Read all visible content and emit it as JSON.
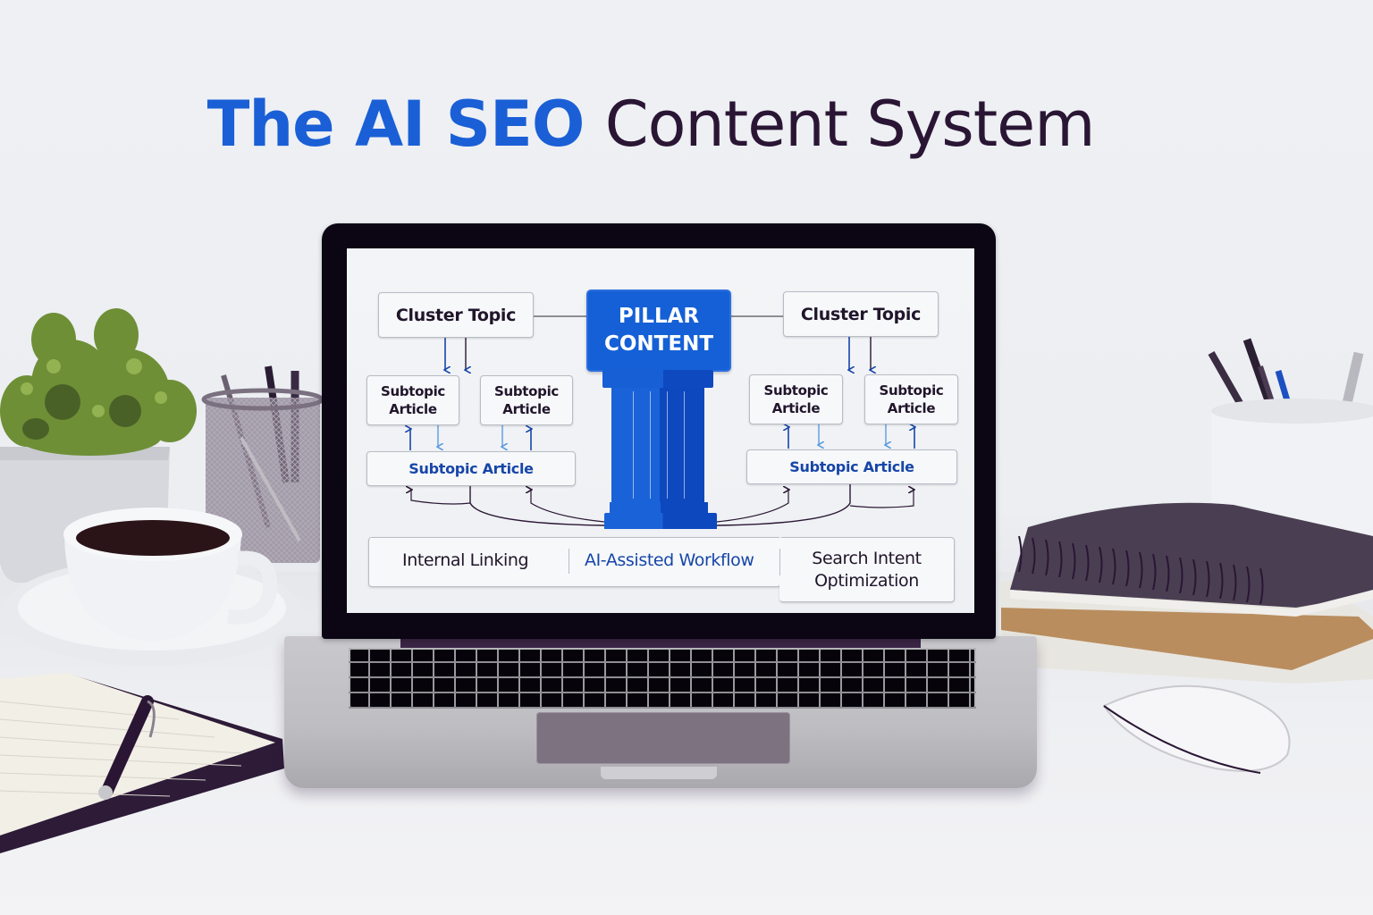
{
  "headline": {
    "part_blue": "The AI SEO",
    "part_dark": "Content System",
    "color_blue": "#1a5fd6",
    "color_dark": "#2a1634"
  },
  "diagram": {
    "pillar": {
      "line1": "PILLAR",
      "line2": "CONTENT",
      "color": "#1560d6"
    },
    "left_cluster": {
      "title": "Cluster Topic",
      "subtopics": [
        "Subtopic Article",
        "Subtopic Article"
      ],
      "subtopic_line1": "Subtopic",
      "subtopic_line2": "Article",
      "wide_subtopic": "Subtopic Article"
    },
    "right_cluster": {
      "title": "Cluster Topic",
      "subtopic_line1": "Subtopic",
      "subtopic_line2": "Article",
      "wide_subtopic": "Subtopic Article"
    },
    "bottom_bar": {
      "items": [
        "Internal Linking",
        "AI-Assisted Workflow",
        "Search Intent Optimization"
      ],
      "item3_line1": "Search Intent",
      "item3_line2": "Optimization",
      "highlight_color": "#1646a8"
    }
  },
  "scene": {
    "objects": [
      "laptop",
      "potted-plant",
      "mesh-pen-holder",
      "coffee-cup",
      "notebook-with-pen",
      "notebook-stack",
      "pen-cup",
      "mouse"
    ]
  }
}
